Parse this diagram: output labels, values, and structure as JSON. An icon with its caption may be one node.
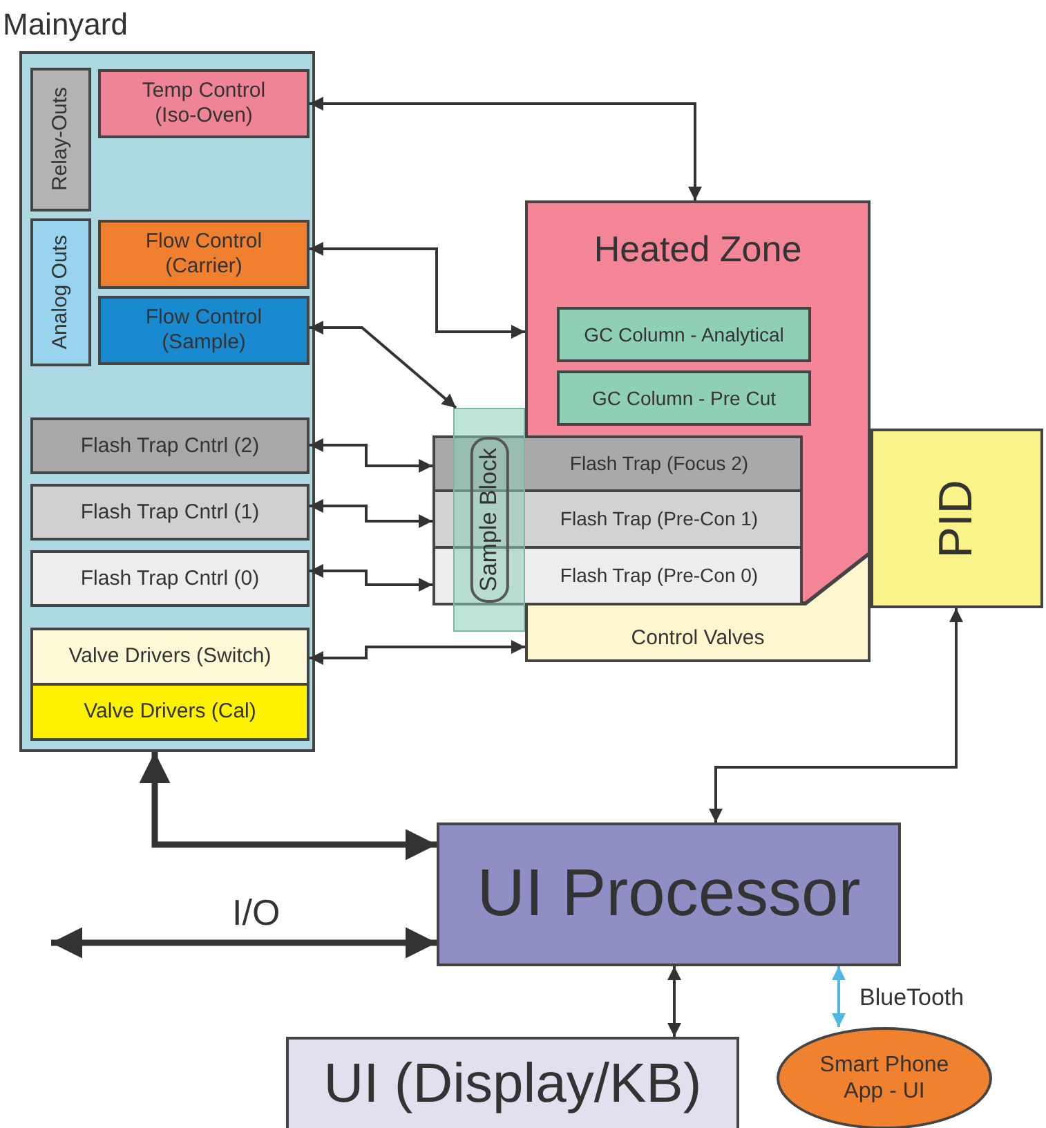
{
  "diagram": {
    "nodes": [
      {
        "text": [
          "Mainyard"
        ]
      },
      {
        "text": [
          "Relay-Outs"
        ],
        "in": 0
      },
      {
        "text": [
          "Temp Control (Iso-Oven)"
        ],
        "in": 0
      },
      {
        "text": [
          "Analog Outs"
        ],
        "in": 0
      },
      {
        "text": [
          "Flow Control (Carrier)"
        ],
        "in": 0
      },
      {
        "text": [
          "Flow Control (Sample)"
        ],
        "in": 0
      },
      {
        "text": [
          "Flash Trap Cntrl (2)"
        ],
        "in": 0
      },
      {
        "text": [
          "Flash Trap Cntrl (1)"
        ],
        "in": 0
      },
      {
        "text": [
          "Flash Trap Cntrl (0)"
        ],
        "in": 0
      },
      {
        "text": [
          "Valve Drivers (Switch)"
        ],
        "in": 0
      },
      {
        "text": [
          "Valve Drivers (Cal)"
        ],
        "in": 0
      },
      {
        "text": [
          "Heated Zone"
        ]
      },
      {
        "text": [
          "GC Column - Analytical"
        ],
        "in": 11
      },
      {
        "text": [
          "GC Column - Pre Cut"
        ],
        "in": 11
      },
      {
        "text": [
          "Flash Trap (Focus 2)"
        ]
      },
      {
        "text": [
          "Flash Trap (Pre-Con 1)"
        ]
      },
      {
        "text": [
          "Flash Trap (Pre-Con 0)"
        ]
      },
      {
        "text": [
          "Sample Block"
        ]
      },
      {
        "text": [
          "Control Valves"
        ]
      },
      {
        "text": [
          "PID"
        ]
      },
      {
        "text": [
          "UI Processor"
        ]
      },
      {
        "text": [
          "UI (Display/KB)"
        ]
      },
      {
        "text": [
          "Smart Phone App - UI"
        ]
      }
    ],
    "edges": [
      {
        "from": 2,
        "to": 11,
        "arrow": "both"
      },
      {
        "from": 4,
        "to": 11,
        "arrow": "both"
      },
      {
        "from": 5,
        "to": 17,
        "arrow": "both"
      },
      {
        "from": 6,
        "to": 14,
        "arrow": "both"
      },
      {
        "from": 7,
        "to": 15,
        "arrow": "both"
      },
      {
        "from": 8,
        "to": 16,
        "arrow": "both"
      },
      {
        "from": 9,
        "to": 18,
        "arrow": "both"
      },
      {
        "from": 19,
        "to": 20,
        "arrow": "both"
      },
      {
        "from": 0,
        "to": 20,
        "arrow": "both",
        "style": "thick"
      },
      {
        "from": null,
        "to": 20,
        "arrow": "both",
        "style": "thick",
        "label": "I/O"
      },
      {
        "from": 20,
        "to": 21,
        "arrow": "both"
      },
      {
        "from": 20,
        "to": 22,
        "arrow": "both",
        "color": "#4fb8e0",
        "label": "BlueTooth"
      }
    ]
  }
}
